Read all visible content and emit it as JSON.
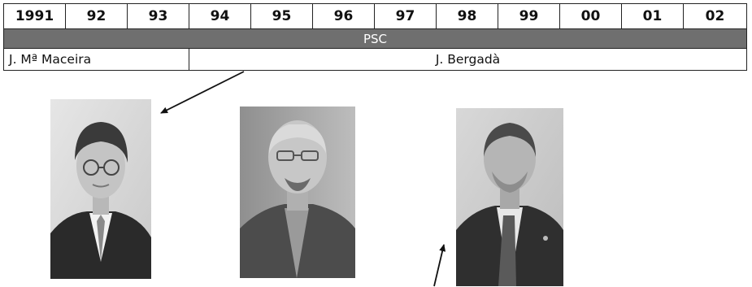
{
  "timeline": {
    "years": [
      "1991",
      "92",
      "93",
      "94",
      "95",
      "96",
      "97",
      "98",
      "99",
      "00",
      "01",
      "02"
    ],
    "party": "PSC",
    "mayors": [
      {
        "name": "J. Mª Maceira"
      },
      {
        "name": "J. Bergadà"
      }
    ]
  },
  "photos": [
    {
      "icon": "portrait-photo",
      "tone": "grayscale"
    },
    {
      "icon": "portrait-photo",
      "tone": "grayscale"
    },
    {
      "icon": "portrait-photo",
      "tone": "grayscale"
    }
  ]
}
